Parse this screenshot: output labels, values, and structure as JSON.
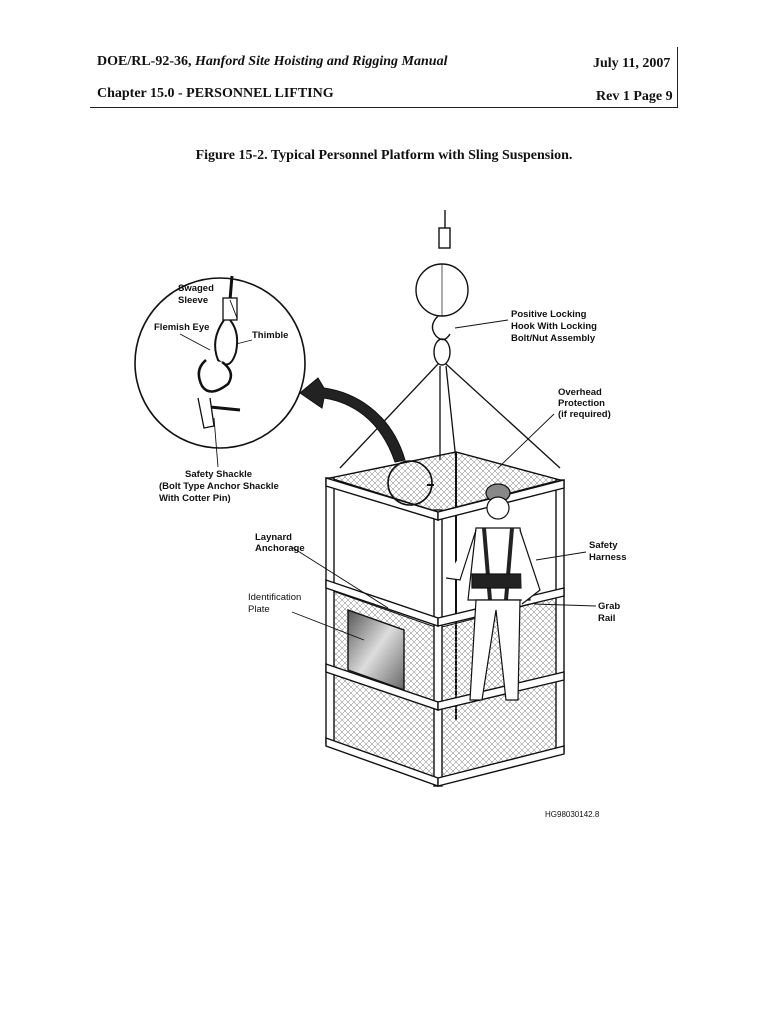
{
  "header": {
    "doc_id": "DOE/RL-92-36,",
    "doc_title": "Hanford Site Hoisting and Rigging Manual",
    "date": "July 11, 2007",
    "chapter": "Chapter 15.0 - PERSONNEL LIFTING",
    "page": "Rev 1 Page 9"
  },
  "figure": {
    "caption": "Figure 15-2.  Typical Personnel Platform with Sling Suspension.",
    "code": "HG98030142.8",
    "labels": {
      "swaged_1": "Swaged",
      "swaged_2": "Sleeve",
      "flemish": "Flemish Eye",
      "thimble": "Thimble",
      "shackle_1": "Safety Shackle",
      "shackle_2": "(Bolt Type Anchor Shackle",
      "shackle_3": "With Cotter Pin)",
      "hook_1": "Positive Locking",
      "hook_2": "Hook With Locking",
      "hook_3": "Bolt/Nut Assembly",
      "overhead_1": "Overhead",
      "overhead_2": "Protection",
      "overhead_3": "(if required)",
      "laynard_1": "Laynard",
      "laynard_2": "Anchorage",
      "ident_1": "Identification",
      "ident_2": "Plate",
      "harness_1": "Safety",
      "harness_2": "Harness",
      "grab_1": "Grab",
      "grab_2": "Rail"
    }
  }
}
